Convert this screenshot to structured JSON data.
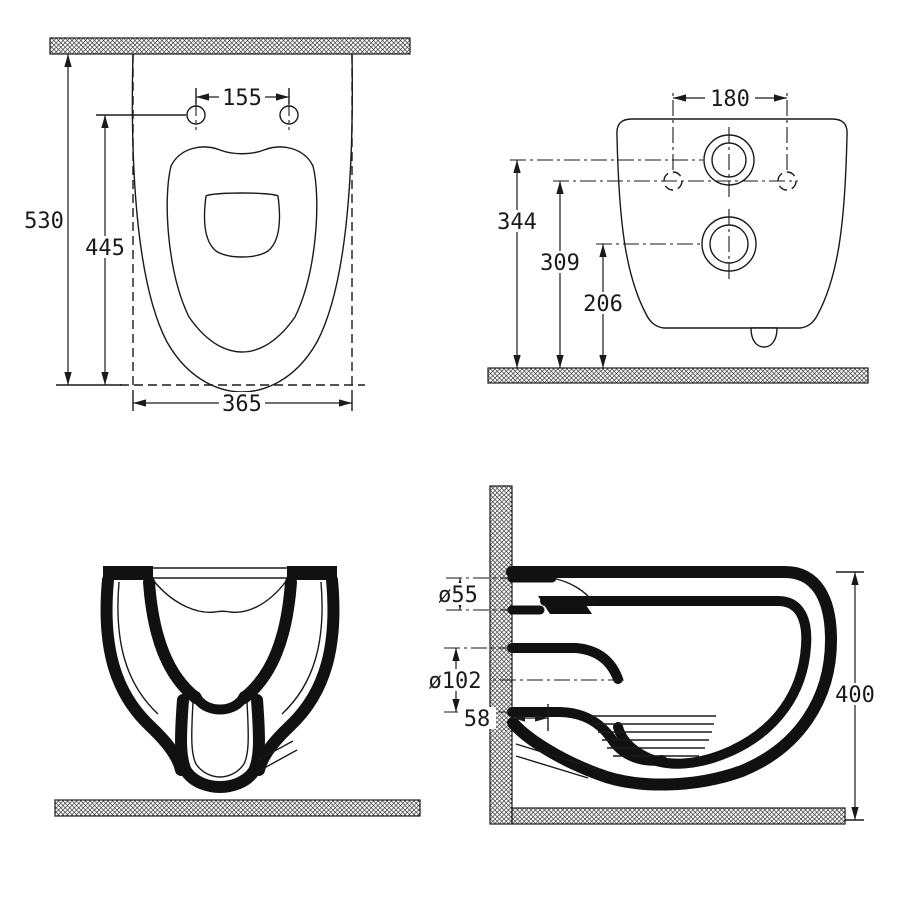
{
  "colors": {
    "line": "#1a1a1a",
    "section_fill": "#111111",
    "background": "#ffffff"
  },
  "views": {
    "top": {
      "dims": {
        "hole_spacing": "155",
        "depth_total": "530",
        "depth_front": "445",
        "width": "365"
      }
    },
    "rear": {
      "dims": {
        "hole_spacing": "180",
        "inlet_height": "344",
        "hole_height": "309",
        "outlet_height": "206"
      }
    },
    "side": {
      "dims": {
        "inlet_diameter": "ø55",
        "outlet_diameter": "ø102",
        "outlet_offset": "58",
        "height_overall": "400"
      }
    }
  }
}
